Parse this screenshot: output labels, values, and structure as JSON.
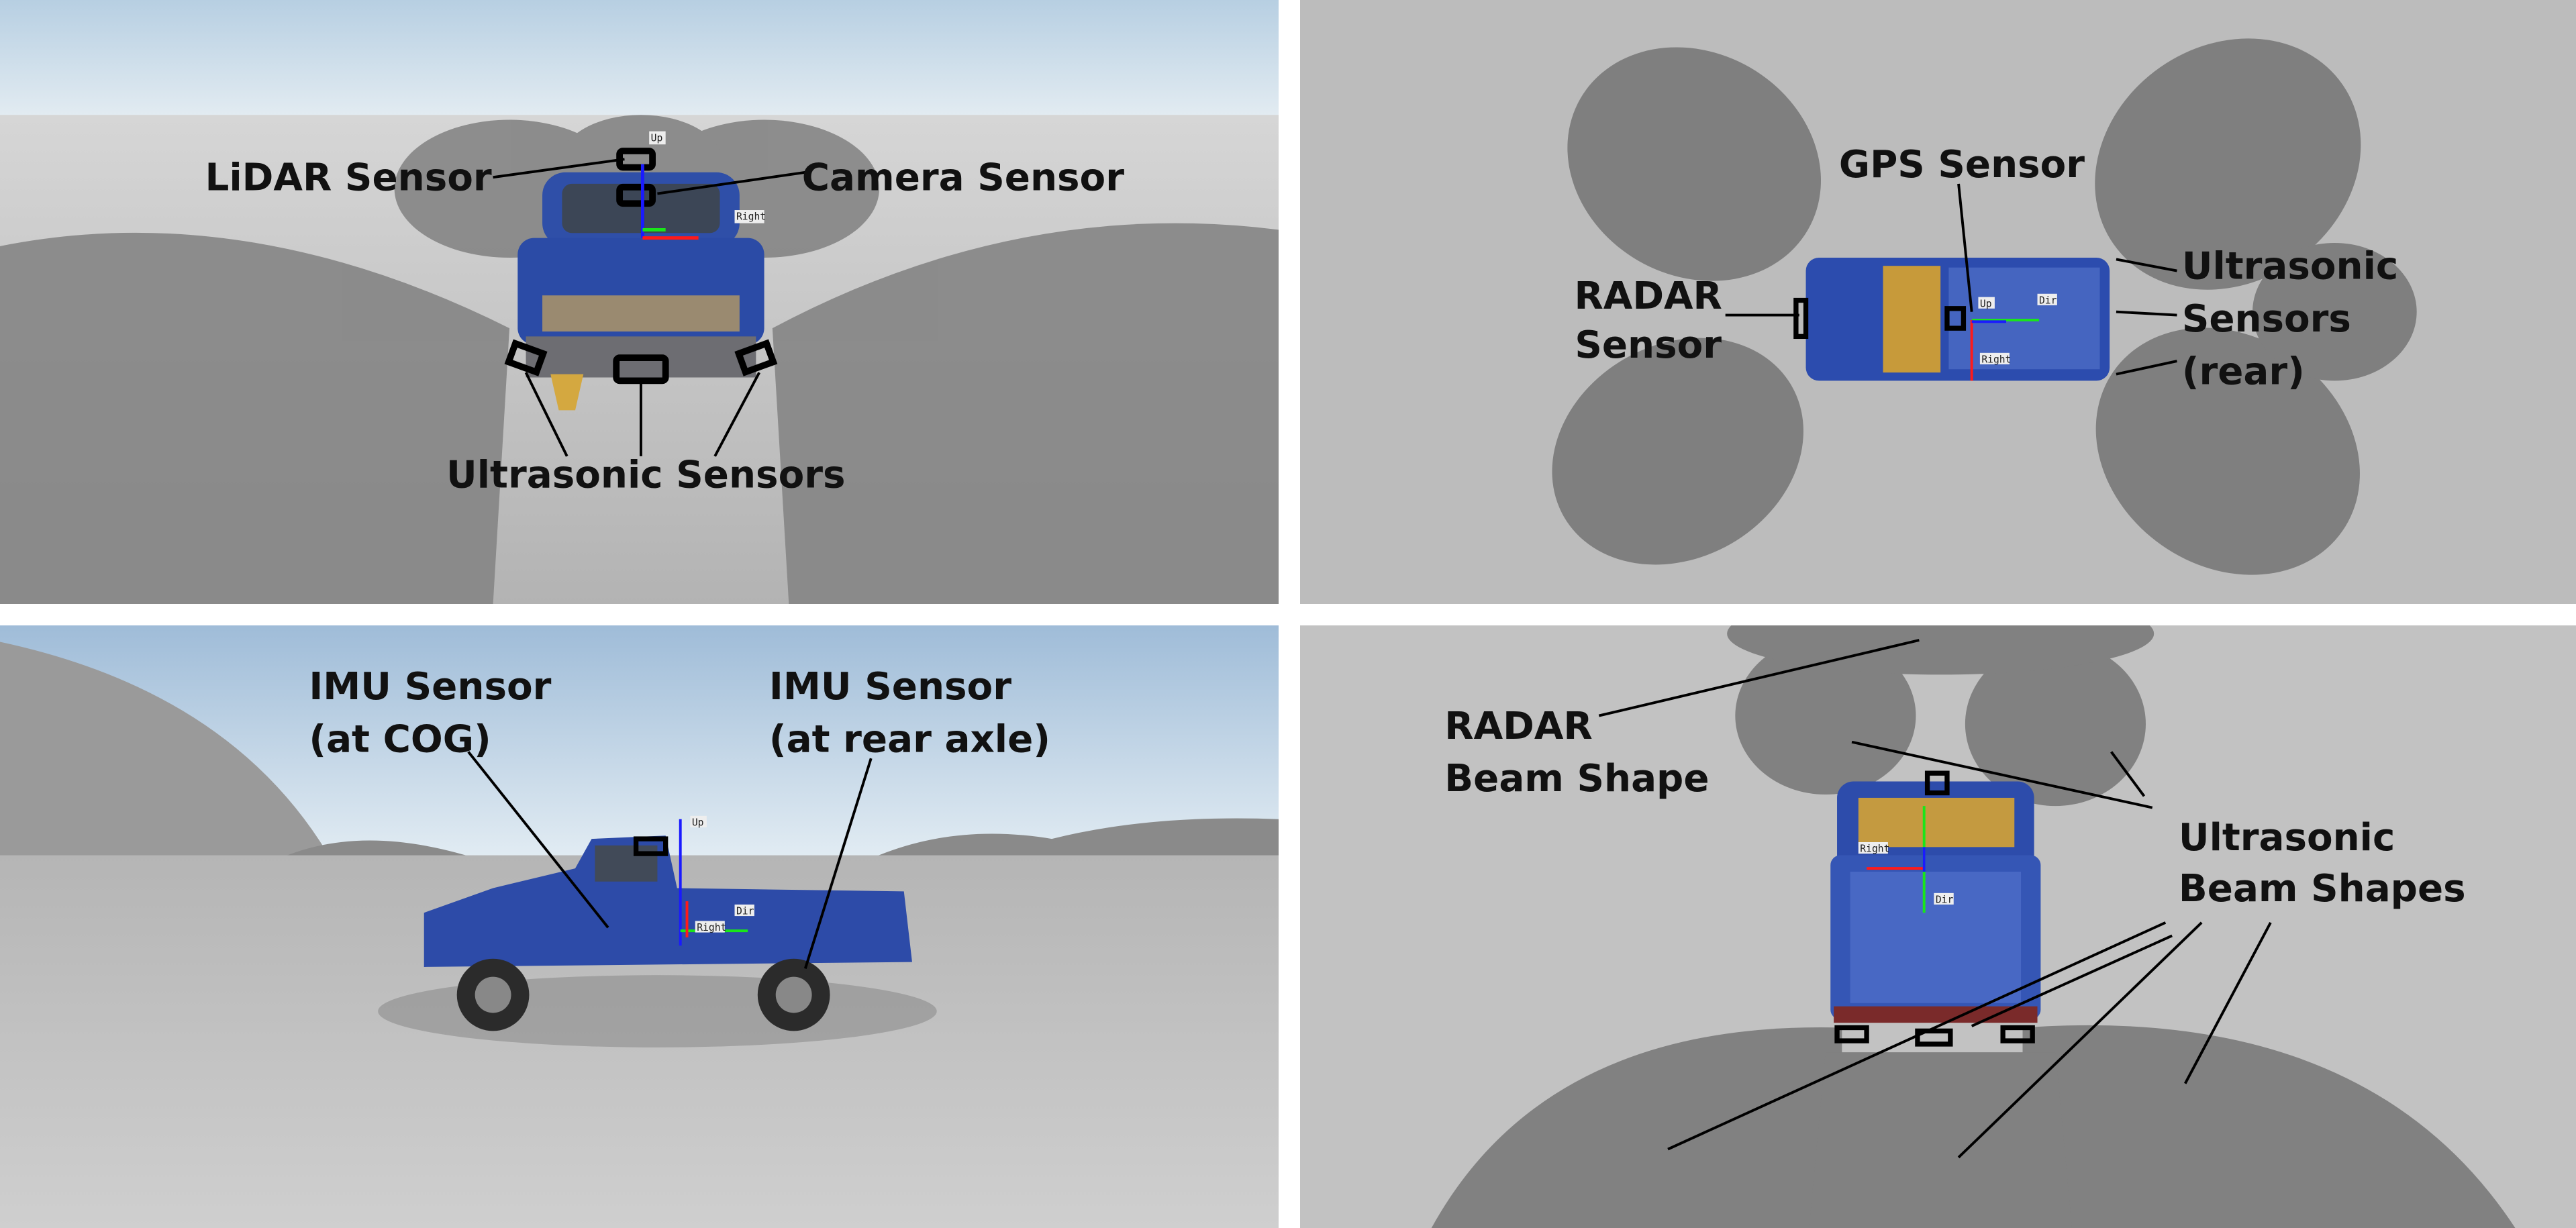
{
  "panels": {
    "front_view": {
      "lidar_label": "LiDAR Sensor",
      "camera_label": "Camera Sensor",
      "ultrasonic_label": "Ultrasonic Sensors",
      "axis_up": "Up",
      "axis_right": "Right"
    },
    "top_view": {
      "gps_label": "GPS Sensor",
      "radar_label_line1": "RADAR",
      "radar_label_line2": "Sensor",
      "ultrasonic_line1": "Ultrasonic",
      "ultrasonic_line2": "Sensors",
      "ultrasonic_line3": "(rear)",
      "axis_up": "Up",
      "axis_dir": "Dir",
      "axis_right": "Right"
    },
    "side_view": {
      "imu_cog_line1": "IMU Sensor",
      "imu_cog_line2": "(at COG)",
      "imu_rear_line1": "IMU Sensor",
      "imu_rear_line2": "(at rear axle)",
      "axis_up": "Up",
      "axis_dir": "Dir",
      "axis_right": "Right"
    },
    "rear_view": {
      "radar_beam_line1": "RADAR",
      "radar_beam_line2": "Beam Shape",
      "ultrasonic_beam_line1": "Ultrasonic",
      "ultrasonic_beam_line2": "Beam Shapes",
      "axis_right": "Right",
      "axis_dir": "Dir"
    }
  },
  "colors": {
    "truck_blue": "#2f4fa8",
    "ground": "#bdbdbd",
    "shadow": "#7d7d7d",
    "sky": "#c9dcea",
    "axis_x": "#ff1a1a",
    "axis_y": "#19e619",
    "axis_z": "#1a1aff"
  }
}
